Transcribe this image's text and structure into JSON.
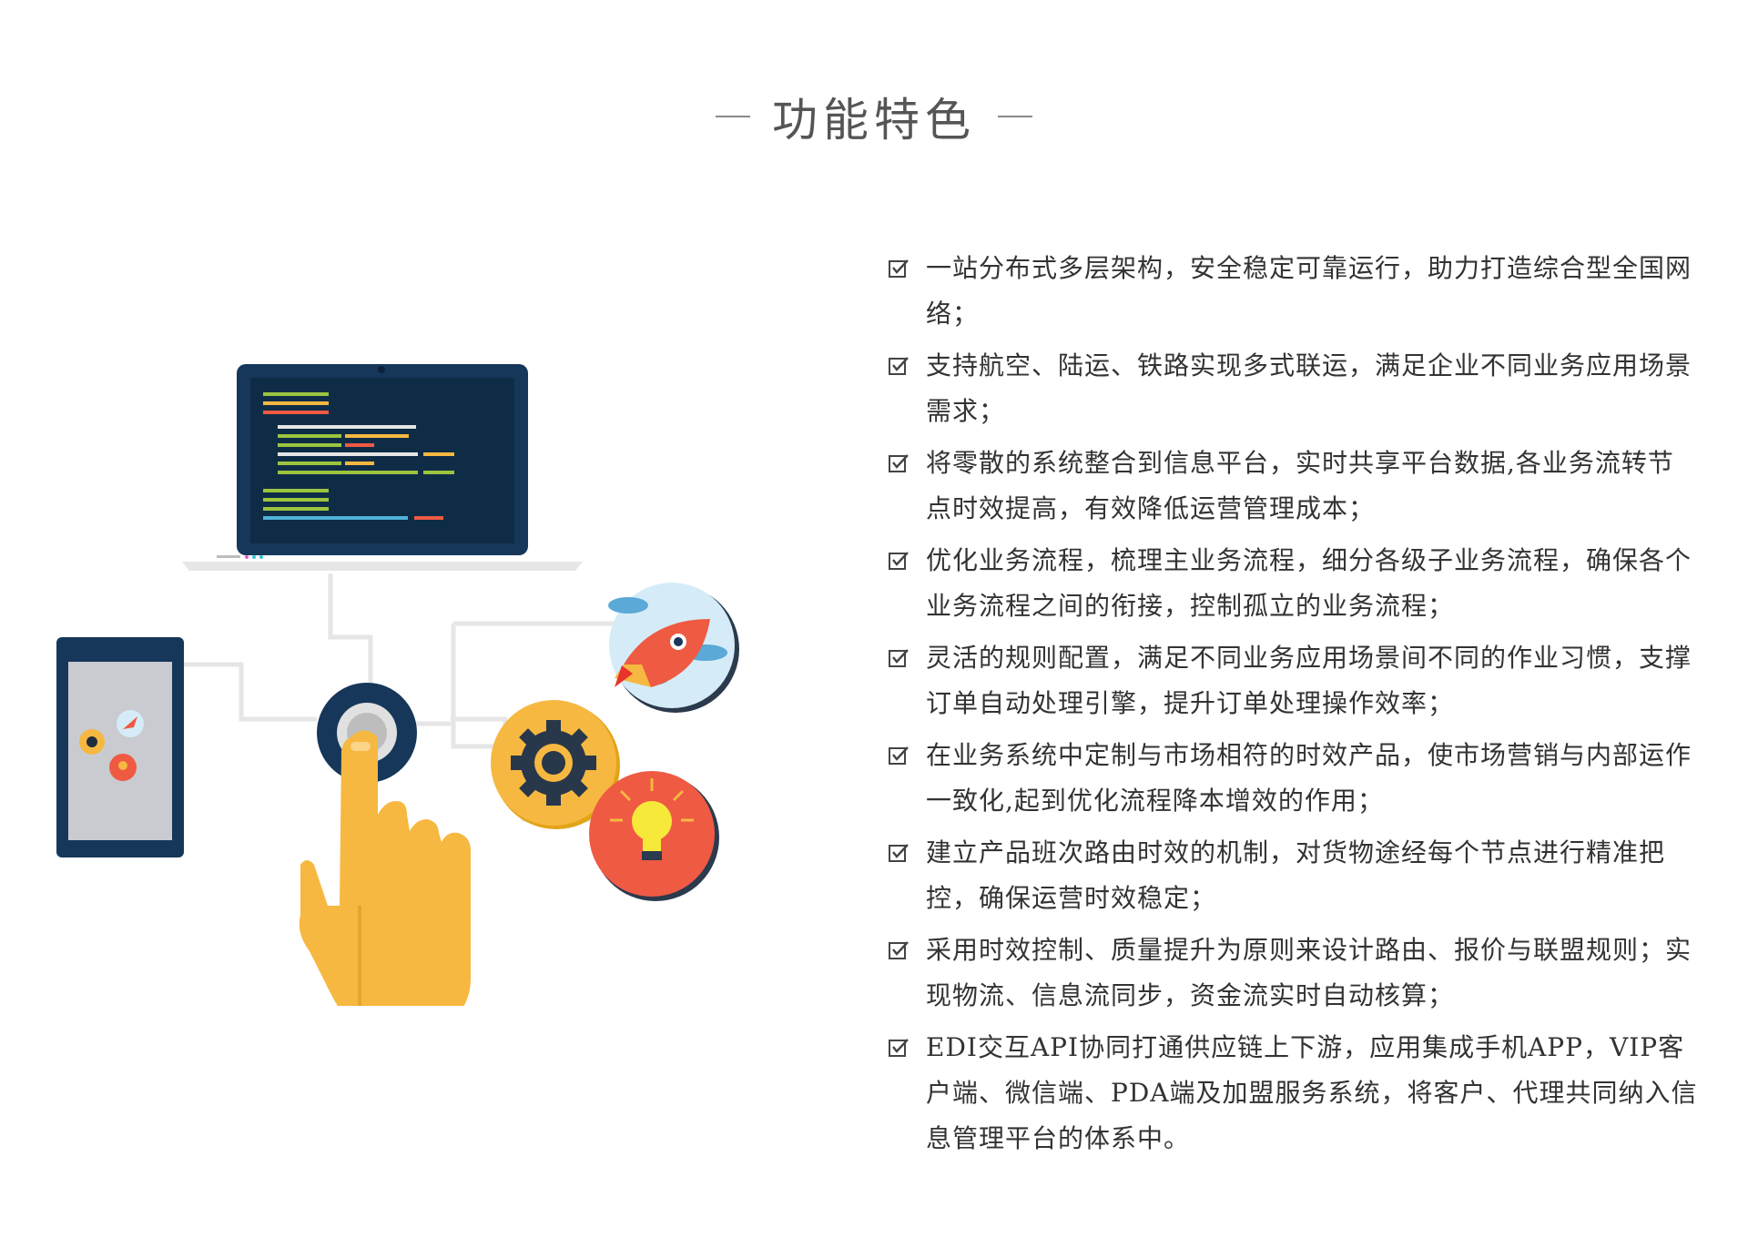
{
  "header": {
    "dash_left": "—",
    "title": "功能特色",
    "dash_right": "—"
  },
  "illustration": {
    "colors": {
      "navy": "#16375a",
      "dark_navy": "#0f2c47",
      "yellow": "#f6b840",
      "orange": "#eeb12c",
      "red": "#ef5a43",
      "light_blue": "#d5ecf8",
      "line_gray": "#e5e5e5"
    }
  },
  "features": [
    {
      "icon": "checkbox-icon",
      "text": "一站分布式多层架构，安全稳定可靠运行，助力打造综合型全国网络；"
    },
    {
      "icon": "checkbox-icon",
      "text": "支持航空、陆运、铁路实现多式联运，满足企业不同业务应用场景需求；"
    },
    {
      "icon": "checkbox-icon",
      "text": "将零散的系统整合到信息平台，实时共享平台数据,各业务流转节点时效提高，有效降低运营管理成本；"
    },
    {
      "icon": "checkbox-icon",
      "text": "优化业务流程，梳理主业务流程，细分各级子业务流程，确保各个业务流程之间的衔接，控制孤立的业务流程；"
    },
    {
      "icon": "checkbox-icon",
      "text": "灵活的规则配置，满足不同业务应用场景间不同的作业习惯，支撑订单自动处理引擎，提升订单处理操作效率；"
    },
    {
      "icon": "checkbox-icon",
      "text": "在业务系统中定制与市场相符的时效产品，使市场营销与内部运作一致化,起到优化流程降本增效的作用；"
    },
    {
      "icon": "checkbox-icon",
      "text": "建立产品班次路由时效的机制，对货物途经每个节点进行精准把控，确保运营时效稳定；"
    },
    {
      "icon": "checkbox-icon",
      "text": "采用时效控制、质量提升为原则来设计路由、报价与联盟规则；实现物流、信息流同步，资金流实时自动核算；"
    },
    {
      "icon": "checkbox-icon",
      "text": "EDI交互API协同打通供应链上下游，应用集成手机APP，VIP客户端、微信端、PDA端及加盟服务系统，将客户、代理共同纳入信息管理平台的体系中。"
    }
  ]
}
